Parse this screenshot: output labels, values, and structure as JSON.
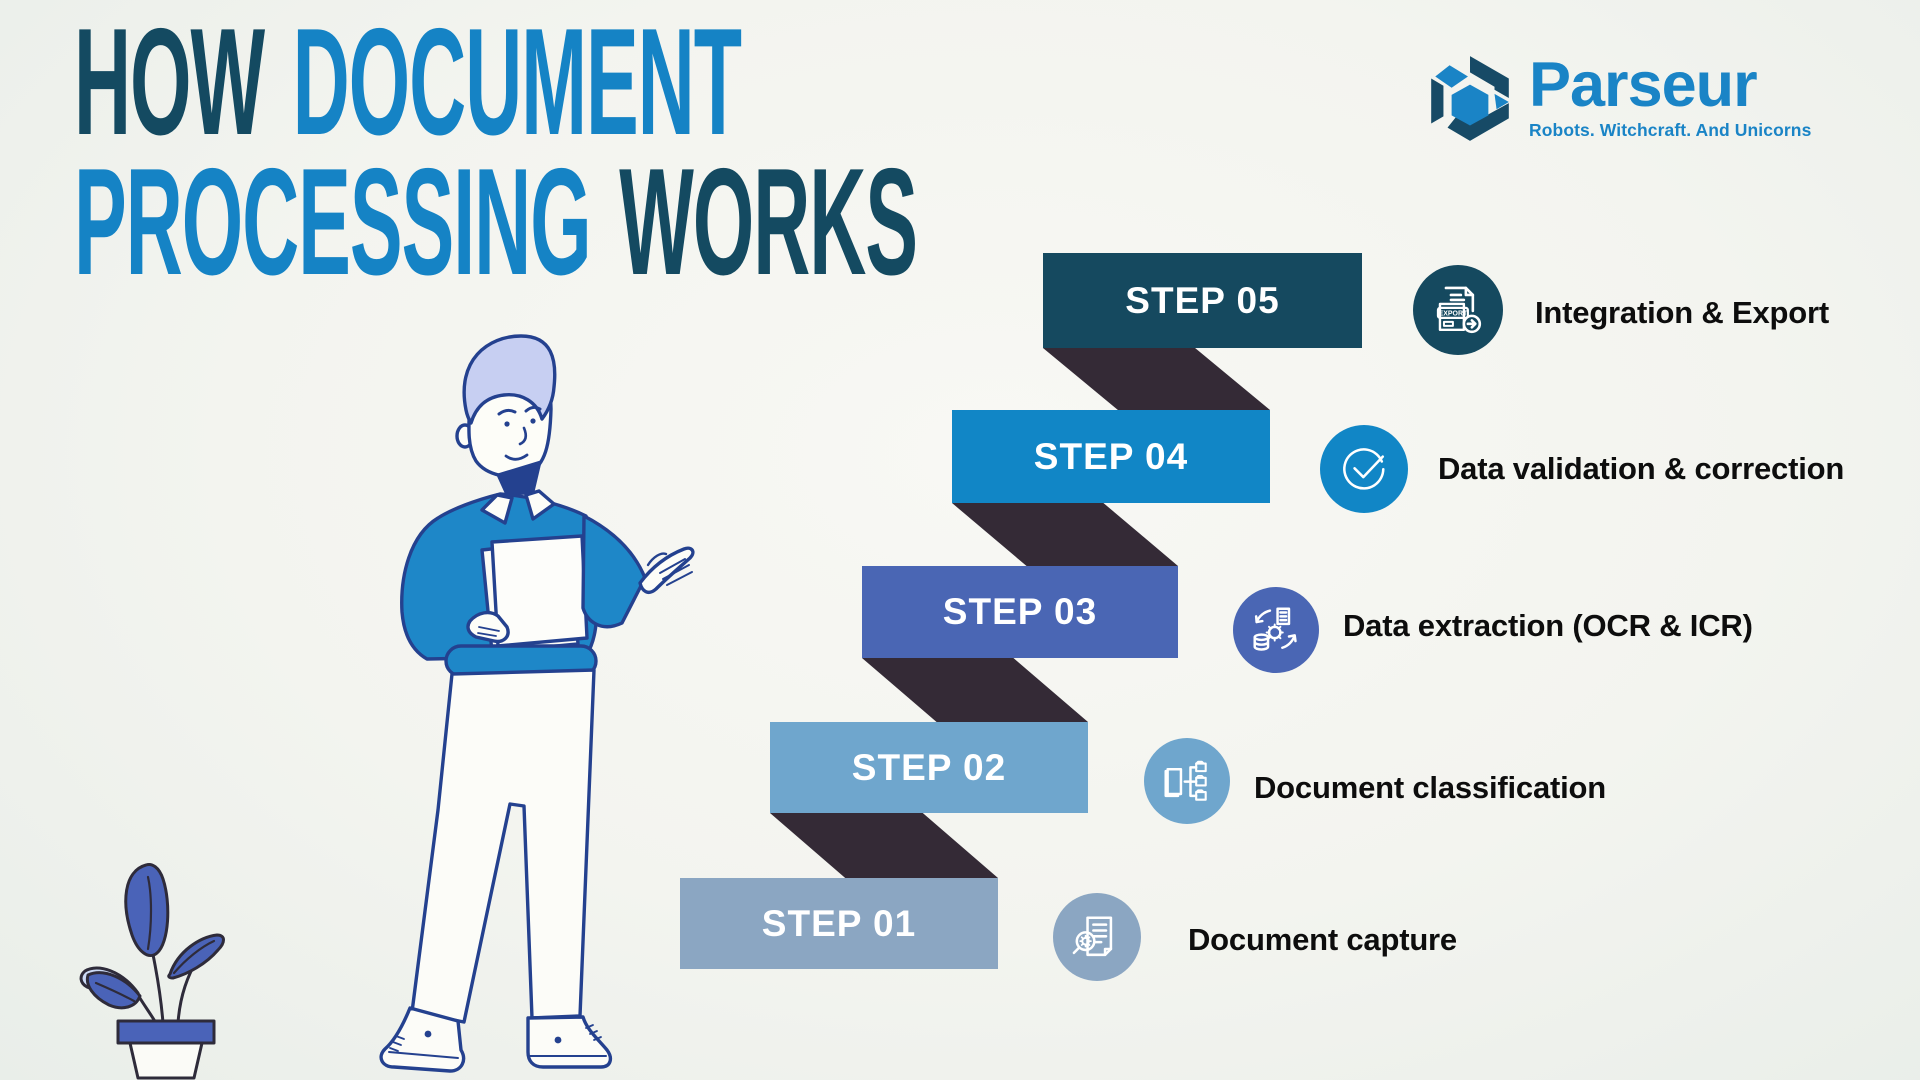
{
  "title": {
    "word1": "HOW",
    "word2": "DOCUMENT",
    "word3": "PROCESSING",
    "word4": "WORKS",
    "navy": "#144a61",
    "blue": "#1583c5"
  },
  "logo": {
    "brand": "Parseur",
    "tagline": "Robots. Witchcraft. And Unicorns",
    "blue": "#1a84c6",
    "navy": "#174a66"
  },
  "steps": [
    {
      "label": "STEP 01",
      "description": "Document capture",
      "color": "#8ba6c2",
      "icon": "document-capture-icon"
    },
    {
      "label": "STEP 02",
      "description": "Document classification",
      "color": "#6fa6cd",
      "icon": "document-classification-icon"
    },
    {
      "label": "STEP 03",
      "description": "Data extraction (OCR & ICR)",
      "color": "#4a66b4",
      "icon": "data-extraction-icon"
    },
    {
      "label": "STEP 04",
      "description": "Data validation & correction",
      "color": "#1186c6",
      "icon": "check-circle-icon"
    },
    {
      "label": "STEP 05",
      "description": "Integration & Export",
      "color": "#15495f",
      "icon": "document-export-icon",
      "icon_text": "EXPORT"
    }
  ],
  "connector_color": "#342a36",
  "illustration_colors": {
    "shirt": "#1e87c8",
    "hair": "#c7cff2",
    "outline": "#24418f",
    "skin": "#fdfdf8",
    "leaf": "#4a63b8",
    "leaf_light": "#cbdaf6",
    "pot_rim": "#4a63b8"
  }
}
